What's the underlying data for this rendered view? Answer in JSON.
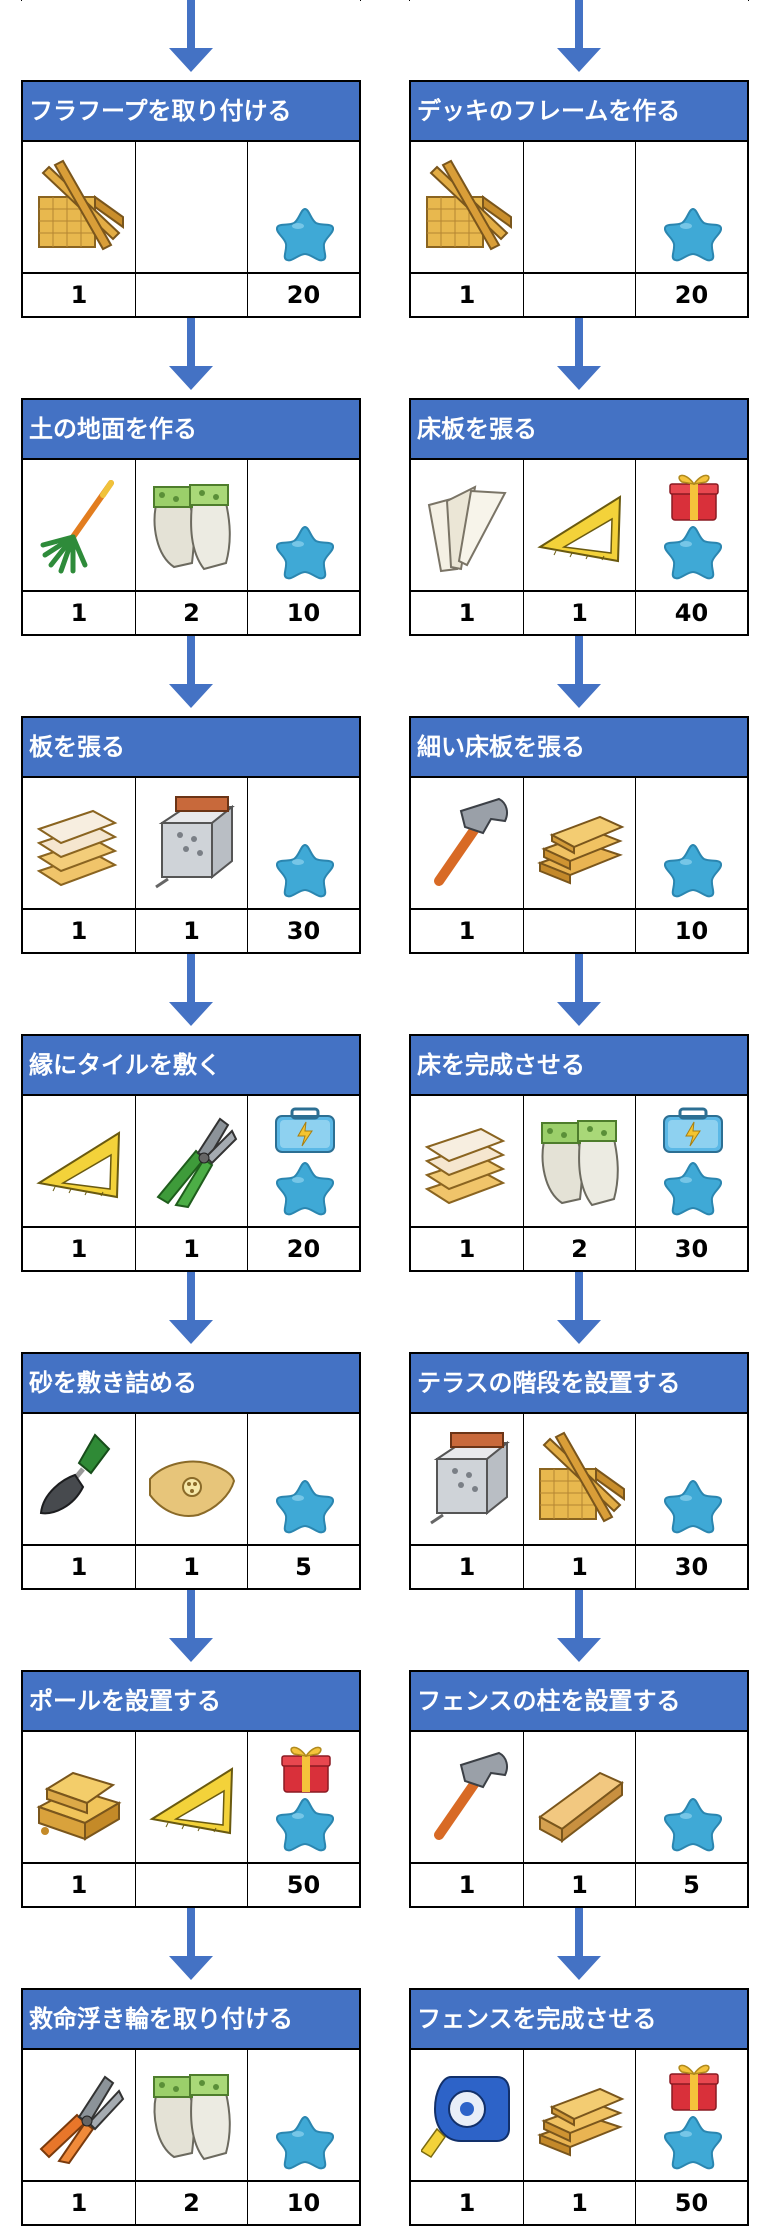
{
  "columns": [
    {
      "tasks": [
        {
          "title": "フラフープを取り付ける",
          "items": [
            "lumber-icon",
            "",
            ""
          ],
          "reward_extra": "",
          "counts": [
            "1",
            "",
            "20"
          ]
        },
        {
          "title": "土の地面を作る",
          "items": [
            "rake-icon",
            "gloves-icon",
            ""
          ],
          "reward_extra": "",
          "counts": [
            "1",
            "2",
            "10"
          ]
        },
        {
          "title": "板を張る",
          "items": [
            "planks-icon",
            "nails-box-icon",
            ""
          ],
          "reward_extra": "",
          "counts": [
            "1",
            "1",
            "30"
          ]
        },
        {
          "title": "縁にタイルを敷く",
          "items": [
            "set-square-icon",
            "pliers-icon",
            ""
          ],
          "reward_extra": "toolbox-icon",
          "counts": [
            "1",
            "1",
            "20"
          ]
        },
        {
          "title": "砂を敷き詰める",
          "items": [
            "trowel-icon",
            "sand-bag-icon",
            ""
          ],
          "reward_extra": "",
          "counts": [
            "1",
            "1",
            "5"
          ]
        },
        {
          "title": "ポールを設置する",
          "items": [
            "timber-icon",
            "set-square-icon",
            ""
          ],
          "reward_extra": "gift-icon",
          "counts": [
            "1",
            "",
            "50"
          ]
        },
        {
          "title": "救命浮き輪を取り付ける",
          "items": [
            "pliers-orange-icon",
            "gloves-icon",
            ""
          ],
          "reward_extra": "",
          "counts": [
            "1",
            "2",
            "10"
          ]
        }
      ]
    },
    {
      "tasks": [
        {
          "title": "デッキのフレームを作る",
          "items": [
            "lumber-icon",
            "",
            ""
          ],
          "reward_extra": "",
          "counts": [
            "1",
            "",
            "20"
          ]
        },
        {
          "title": "床板を張る",
          "items": [
            "white-boards-icon",
            "set-square-icon",
            ""
          ],
          "reward_extra": "gift-icon",
          "counts": [
            "1",
            "1",
            "40"
          ]
        },
        {
          "title": "細い床板を張る",
          "items": [
            "hammer-icon",
            "planks-stack-icon",
            ""
          ],
          "reward_extra": "",
          "counts": [
            "1",
            "",
            "10"
          ]
        },
        {
          "title": "床を完成させる",
          "items": [
            "planks-icon",
            "gloves-icon",
            ""
          ],
          "reward_extra": "toolbox-icon",
          "counts": [
            "1",
            "2",
            "30"
          ]
        },
        {
          "title": "テラスの階段を設置する",
          "items": [
            "nails-box-icon",
            "lumber-icon",
            ""
          ],
          "reward_extra": "",
          "counts": [
            "1",
            "1",
            "30"
          ]
        },
        {
          "title": "フェンスの柱を設置する",
          "items": [
            "hammer-icon",
            "beam-icon",
            ""
          ],
          "reward_extra": "",
          "counts": [
            "1",
            "1",
            "5"
          ]
        },
        {
          "title": "フェンスを完成させる",
          "items": [
            "tape-measure-icon",
            "planks-stack-icon",
            ""
          ],
          "reward_extra": "gift-icon",
          "counts": [
            "1",
            "1",
            "50"
          ]
        }
      ]
    }
  ],
  "colors": {
    "header": "#4472c4",
    "arrow": "#4472c4",
    "star": "#3fa9d6"
  }
}
